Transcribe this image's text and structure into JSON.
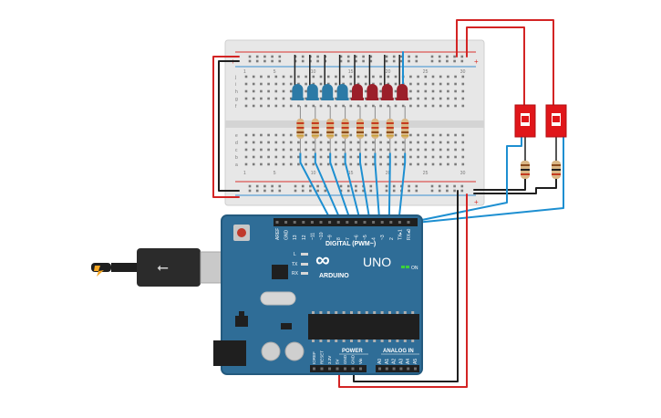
{
  "colors": {
    "board": "#2f6d97",
    "board_edge": "#245a7e",
    "breadboard": "#e6e6e6",
    "rail_red": "#d8322c",
    "rail_blue": "#3a8fd0",
    "wire_black": "#1f1f1f",
    "wire_red": "#d32424",
    "wire_blue": "#1d8fd1",
    "led_blue": "#2c7aa6",
    "led_red": "#9b1f2a",
    "switch_red": "#e0161a",
    "resistor": "#d9b685"
  },
  "arduino": {
    "model": "UNO",
    "brand": "ARDUINO",
    "digital_label": "DIGITAL (PWM~)",
    "power_label": "POWER",
    "analog_label": "ANALOG IN",
    "on_label": "ON",
    "tx_label": "TX",
    "rx_label": "RX",
    "l_label": "L",
    "aref": "AREF",
    "gnd": "GND",
    "digital_pins": [
      "13",
      "12",
      "~11",
      "~10",
      "~9",
      "8",
      "7",
      "~6",
      "~5",
      "4",
      "~3",
      "2",
      "TX▸1",
      "RX◂0"
    ],
    "power_pins": [
      "IOREF",
      "RESET",
      "3.3V",
      "5V",
      "GND",
      "GND",
      "Vin"
    ],
    "analog_pins": [
      "A0",
      "A1",
      "A2",
      "A3",
      "A4",
      "A5"
    ]
  },
  "breadboard": {
    "column_numbers": [
      "1",
      "",
      "",
      "",
      "5",
      "",
      "",
      "",
      "",
      "10",
      "",
      "",
      "",
      "",
      "15",
      "",
      "",
      "",
      "",
      "20",
      "",
      "",
      "",
      "",
      "25",
      "",
      "",
      "",
      "",
      "30"
    ],
    "row_letters_top": [
      "j",
      "i",
      "h",
      "g",
      "f"
    ],
    "row_letters_bottom": [
      "e",
      "d",
      "c",
      "b",
      "a"
    ],
    "rail_plus": "+",
    "rail_minus": "−"
  },
  "leds": [
    "blue",
    "blue",
    "blue",
    "blue",
    "red",
    "red",
    "red",
    "red"
  ]
}
